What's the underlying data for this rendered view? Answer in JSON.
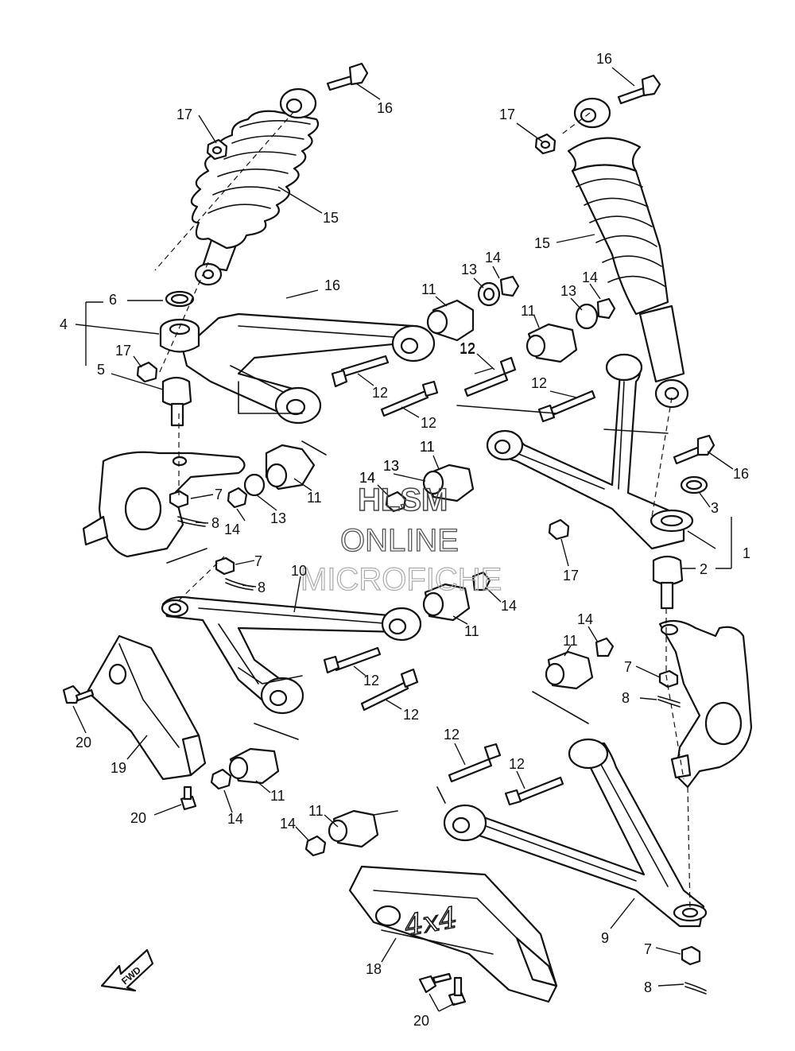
{
  "watermark": {
    "line1": "HLSM",
    "line2": "ONLINE",
    "line3": "MICROFICHE"
  },
  "direction_arrow": {
    "label": "FWD"
  },
  "guard_logo": {
    "text": "4x4"
  },
  "callouts": [
    {
      "text": "16"
    },
    {
      "text": "17"
    },
    {
      "text": "15"
    },
    {
      "text": "16"
    },
    {
      "text": "6"
    },
    {
      "text": "4"
    },
    {
      "text": "17"
    },
    {
      "text": "5"
    },
    {
      "text": "11"
    },
    {
      "text": "13"
    },
    {
      "text": "14"
    },
    {
      "text": "12"
    },
    {
      "text": "12"
    },
    {
      "text": "12"
    },
    {
      "text": "11"
    },
    {
      "text": "13"
    },
    {
      "text": "14"
    },
    {
      "text": "16"
    },
    {
      "text": "17"
    },
    {
      "text": "15"
    },
    {
      "text": "11"
    },
    {
      "text": "13"
    },
    {
      "text": "14"
    },
    {
      "text": "12"
    },
    {
      "text": "12"
    },
    {
      "text": "16"
    },
    {
      "text": "3"
    },
    {
      "text": "1"
    },
    {
      "text": "17"
    },
    {
      "text": "2"
    },
    {
      "text": "7"
    },
    {
      "text": "8"
    },
    {
      "text": "14"
    },
    {
      "text": "13"
    },
    {
      "text": "11"
    },
    {
      "text": "11"
    },
    {
      "text": "13"
    },
    {
      "text": "14"
    },
    {
      "text": "7"
    },
    {
      "text": "8"
    },
    {
      "text": "10"
    },
    {
      "text": "14"
    },
    {
      "text": "11"
    },
    {
      "text": "12"
    },
    {
      "text": "12"
    },
    {
      "text": "20"
    },
    {
      "text": "19"
    },
    {
      "text": "20"
    },
    {
      "text": "14"
    },
    {
      "text": "11"
    },
    {
      "text": "14"
    },
    {
      "text": "11"
    },
    {
      "text": "12"
    },
    {
      "text": "12"
    },
    {
      "text": "14"
    },
    {
      "text": "11"
    },
    {
      "text": "7"
    },
    {
      "text": "8"
    },
    {
      "text": "9"
    },
    {
      "text": "18"
    },
    {
      "text": "7"
    },
    {
      "text": "8"
    },
    {
      "text": "20"
    }
  ]
}
